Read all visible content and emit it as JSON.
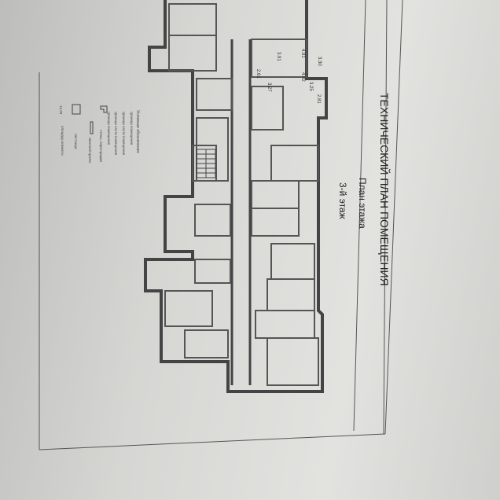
{
  "document": {
    "title": "ТЕХНИЧЕСКИЙ ПЛАН ПОМЕЩЕНИЯ",
    "subtitle": "План этажа",
    "floor": "3-й этаж"
  },
  "legend": {
    "heading": "Условные обозначения:",
    "items": [
      "граница помещения",
      "граница части помещения",
      "граница части помещения",
      "граница помещения",
      "стены, перегородки",
      "оконный проём",
      "лестница",
      "площадь комнаты"
    ],
    "area_sample": "14.29"
  },
  "dimensions": [
    "4.91",
    "3.30",
    "3.91",
    "2.61",
    "3.27",
    "4.92",
    "3.25",
    "2.81"
  ]
}
